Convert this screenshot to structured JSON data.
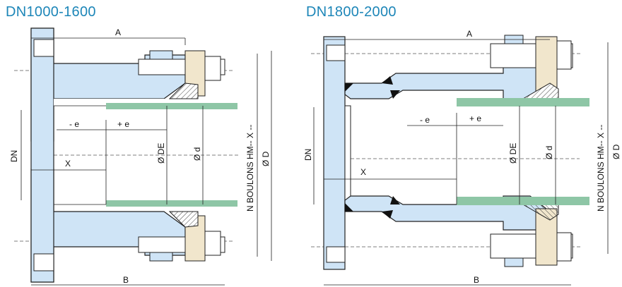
{
  "left": {
    "title": "DN1000-1600",
    "labels": {
      "A": "A",
      "B": "B",
      "DN": "DN",
      "X": "X",
      "minus_e": "- e",
      "plus_e": "+ e",
      "DE": "Ø DE",
      "d": "Ø d",
      "bolts": "N BOULONS HM-- X --",
      "D": "Ø D"
    }
  },
  "right": {
    "title": "DN1800-2000",
    "labels": {
      "A": "A",
      "B": "B",
      "DN": "DN",
      "X": "X",
      "minus_e": "- e",
      "plus_e": "+ e",
      "DE": "Ø DE",
      "d": "Ø d",
      "bolts": "N BOULONS HM-- X --",
      "D": "Ø D"
    }
  },
  "colors": {
    "steel": "#cfe4f6",
    "pipe": "#8ec6a6",
    "gasket": "#f1e6cc",
    "title": "#1d86b8"
  },
  "icons": [
    "bolt-icon",
    "nut-icon",
    "gasket-icon",
    "weld-icon"
  ]
}
